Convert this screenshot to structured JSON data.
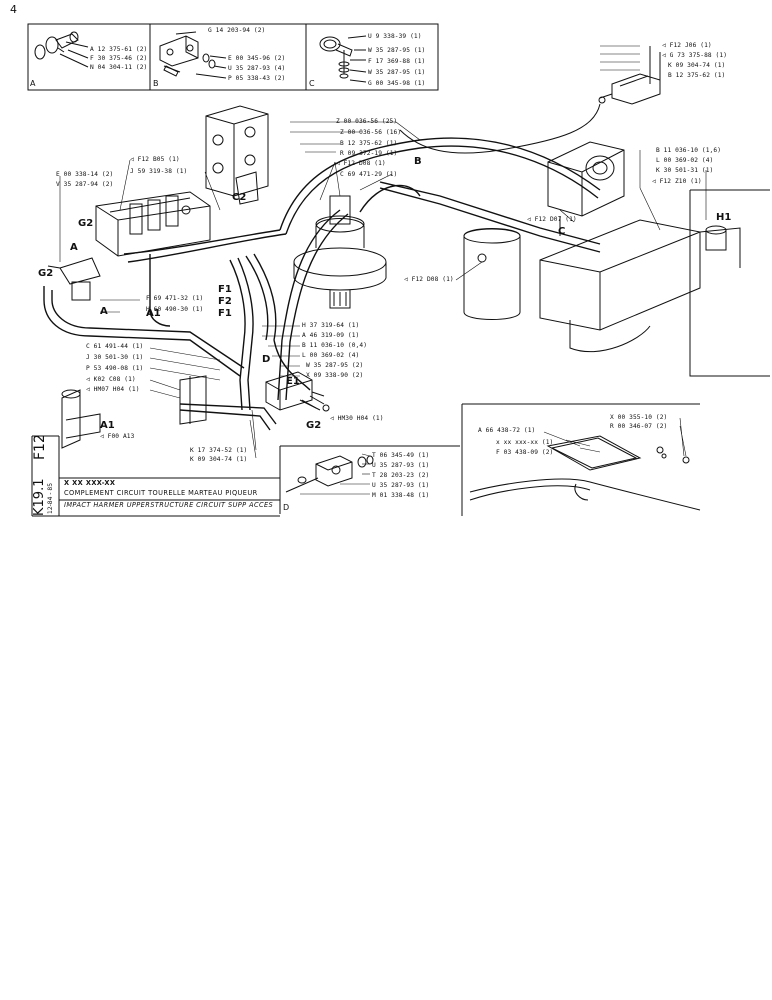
{
  "page_corner": "4",
  "box_a": {
    "letter": "A",
    "parts": [
      "A 12 375-61 (2)",
      "F 30 375-46 (2)",
      "N 04 304-11 (2)"
    ]
  },
  "box_b": {
    "letter": "B",
    "top_part": "G 14 203-94 (2)",
    "parts": [
      "E 00 345-96 (2)",
      "U 35 287-93 (4)",
      "P 05 338-43 (2)"
    ]
  },
  "box_c": {
    "letter": "C",
    "parts": [
      "U 9 338-39 (1)",
      "W 35 287-95 (1)",
      "F 17 369-88 (1)",
      "W 35 287-95 (1)",
      "G 00 345-98 (1)"
    ]
  },
  "right_top_parts": [
    "◁ F12  J06 (1)",
    "◁ G 73 375-88 (1)",
    "K 09 304-74 (1)",
    "B 12 375-62 (1)"
  ],
  "hose_parts_top": [
    "Z 00 036-56 (25)",
    "Z 00 036-56 (16)",
    "B 12 375-62 (1)",
    "R 09 372-19 (1)",
    "◁ F12  D08 (1)",
    "C 69 471-29 (1)"
  ],
  "left_top_parts": [
    "◁ F12 B05 (1)",
    "J 59 319-38 (1)"
  ],
  "left_side_parts": [
    "E 00 338-14 (2)",
    "V 35 287-94 (2)"
  ],
  "right_mid_parts": [
    "B 11 036-10 (1,6)",
    "L 00 369-02 (4)",
    "K 30 501-31 (1)",
    "◁ F12  Z10 (1)"
  ],
  "mid_labels": {
    "f12_d07": "◁ F12  D07 (1)",
    "f12_d08": "◁ F12  D08 (1)",
    "c_letter": "C",
    "b_letter": "B",
    "h1": "H1",
    "c2": "C2",
    "g2_top": "G2",
    "g2_left": "G2",
    "g2_bottom": "G2",
    "a_top": "A",
    "a_bottom": "A",
    "a1_mid": "A1",
    "a1_bottom": "A1",
    "d_letter": "D",
    "e1": "E1",
    "f1_top": "F1",
    "f2": "F2",
    "f1_bottom": "F1"
  },
  "left_mid_parts": [
    "F 69 471-32 (1)",
    "H 60 490-30 (1)"
  ],
  "center_parts": [
    "H 37 319-64 (1)",
    "A 46 319-09 (1)",
    "B 11 036-10 (0,4)",
    "L 00 369-02 (4)",
    "W 35 287-95 (2)",
    "X 09 338-90 (2)"
  ],
  "left_low_parts": [
    "C 61 491-44 (1)",
    "J 30 501-30 (1)",
    "P 53 490-08 (1)",
    "◁ K02  C08 (1)",
    "◁ HM07  H04 (1)"
  ],
  "f00_label": "◁ F00  A13",
  "hm30_label": "◁ HM30  H04 (1)",
  "bottom_center_parts": [
    "K 17 374-52 (1)",
    "K 09 304-74 (1)"
  ],
  "box_d": {
    "letter": "D",
    "parts": [
      "T 06 345-49 (1)",
      "U 35 287-93 (1)",
      "T 28 203-23 (2)",
      "U 35 287-93 (1)",
      "M 01 338-48 (1)"
    ]
  },
  "box_e": {
    "left_parts": [
      "A 66 438-72 (1)",
      "x xx xxx-xx (1)",
      "F 03 438-09 (2)"
    ],
    "right_parts": [
      "X 00 355-10 (2)",
      "R 00 346-07 (2)"
    ]
  },
  "title_block": {
    "code": "X  XX  XXX-XX",
    "fr": "COMPLEMENT CIRCUIT TOURELLE MARTEAU PIQUEUR",
    "en": "IMPACT HARMER UPPERSTRUCTURE CIRCUIT SUPP ACCES",
    "section": "F12",
    "page": "K19.1",
    "date": "12-84 - 85"
  }
}
